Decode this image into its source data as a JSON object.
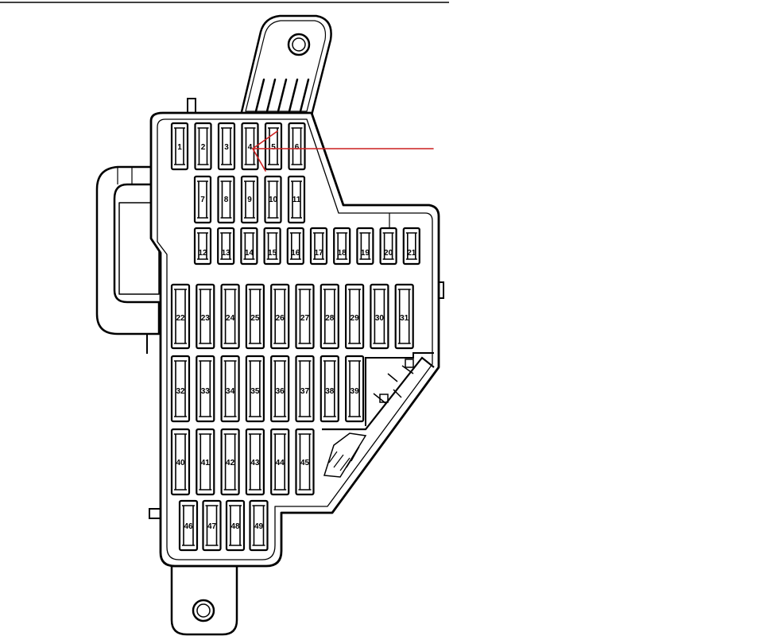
{
  "diagram": {
    "rows": [
      {
        "labels": [
          "1",
          "2",
          "3",
          "4",
          "5",
          "6"
        ]
      },
      {
        "labels": [
          "7",
          "8",
          "9",
          "10",
          "11"
        ]
      },
      {
        "labels": [
          "12",
          "13",
          "14",
          "15",
          "16",
          "17",
          "18",
          "19",
          "20",
          "21"
        ]
      },
      {
        "labels": [
          "22",
          "23",
          "24",
          "25",
          "26",
          "27",
          "28",
          "29",
          "30",
          "31"
        ]
      },
      {
        "labels": [
          "32",
          "33",
          "34",
          "35",
          "36",
          "37",
          "38",
          "39"
        ]
      },
      {
        "labels": [
          "40",
          "41",
          "42",
          "43",
          "44",
          "45"
        ]
      },
      {
        "labels": [
          "46",
          "47",
          "48",
          "49"
        ]
      }
    ],
    "colors": {
      "outline": "#000000",
      "arrow": "#cc1f1f",
      "background": "#ffffff"
    }
  }
}
